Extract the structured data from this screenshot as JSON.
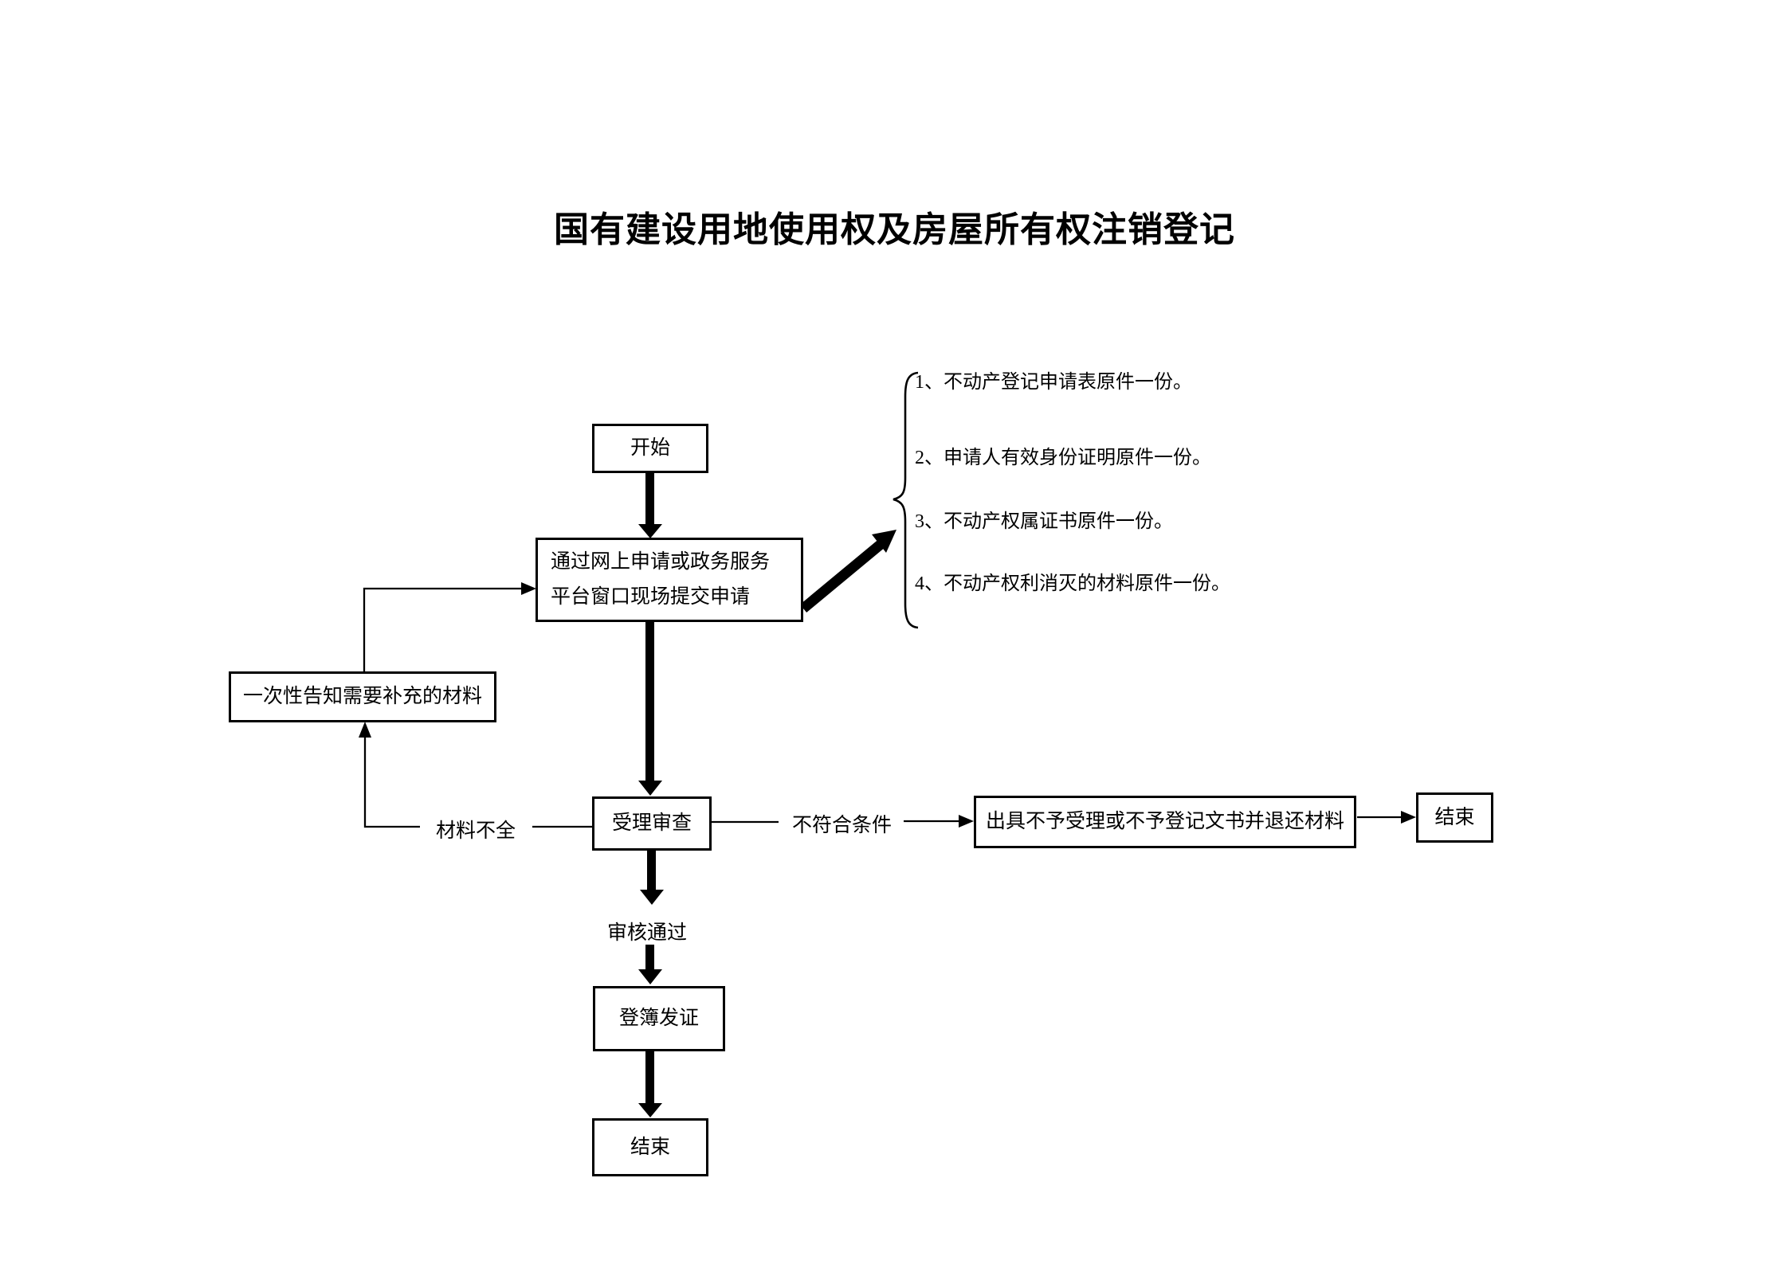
{
  "title": "国有建设用地使用权及房屋所有权注销登记",
  "nodes": {
    "start": {
      "label": "开始"
    },
    "apply": {
      "label": "通过网上申请或政务服务平台窗口现场提交申请"
    },
    "notify": {
      "label": "一次性告知需要补充的材料"
    },
    "review": {
      "label": "受理审查"
    },
    "reject": {
      "label": "出具不予受理或不予登记文书并退还材料"
    },
    "reject_end": {
      "label": "结束"
    },
    "register": {
      "label": "登簿发证"
    },
    "end": {
      "label": "结束"
    }
  },
  "edge_labels": {
    "incomplete": "材料不全",
    "not_qualified": "不符合条件",
    "approved": "审核通过"
  },
  "materials": {
    "items": [
      "1、不动产登记申请表原件一份。",
      "2、申请人有效身份证明原件一份。",
      "3、不动产权属证书原件一份。",
      "4、不动产权利消灭的材料原件一份。"
    ]
  },
  "colors": {
    "line": "#000000",
    "background": "#ffffff",
    "text": "#000000"
  }
}
